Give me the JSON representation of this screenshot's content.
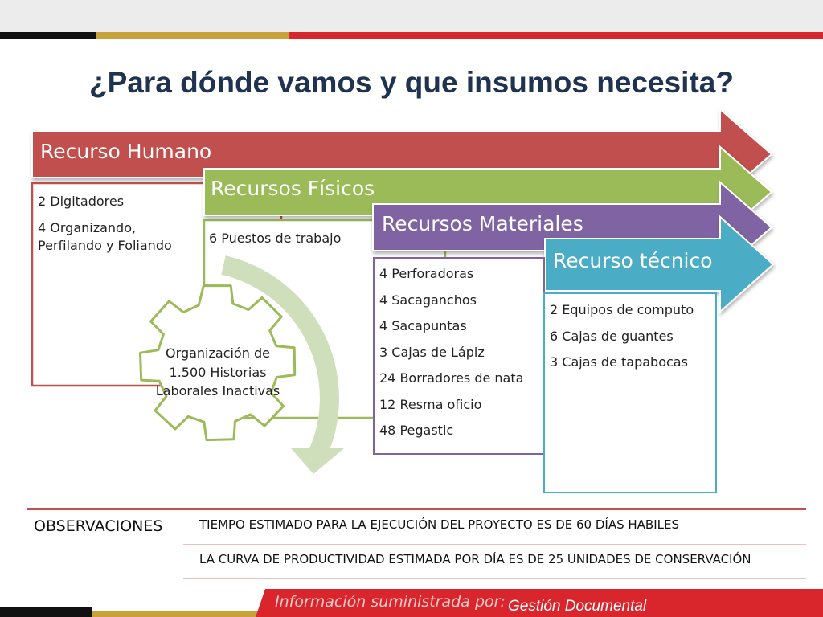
{
  "title": "¿Para dónde vamos y que insumos necesita?",
  "colors": {
    "humano": "#c0504d",
    "fisicos": "#9bbb59",
    "materiales": "#8064a2",
    "tecnico": "#4bacc6",
    "gear": "#9bbb59",
    "cycle_arrow": "#cfdfbb",
    "title": "#1f3350",
    "stripe_red": "#d9262c",
    "stripe_gold": "#c9a23a"
  },
  "sections": {
    "humano": {
      "header": "Recurso Humano",
      "items": [
        "2 Digitadores",
        "4 Organizando, Perfilando y Foliando"
      ]
    },
    "fisicos": {
      "header": "Recursos Físicos",
      "items": [
        "6 Puestos de trabajo"
      ]
    },
    "materiales": {
      "header": "Recursos Materiales",
      "items": [
        "4 Perforadoras",
        "4 Sacaganchos",
        "4 Sacapuntas",
        "3 Cajas de Lápiz",
        "24 Borradores de nata",
        "12 Resma oficio",
        "48 Pegastic"
      ]
    },
    "tecnico": {
      "header": "Recurso técnico",
      "items": [
        "2 Equipos de computo",
        "6 Cajas de guantes",
        "3 Cajas de tapabocas"
      ]
    }
  },
  "gear_text": "Organización de 1.500 Historias Laborales Inactivas",
  "observations": {
    "label": "OBSERVACIONES",
    "rows": [
      "TIEMPO ESTIMADO PARA LA EJECUCIÓN DEL PROYECTO ES DE  60 DÍAS HABILES",
      "LA CURVA DE PRODUCTIVIDAD ESTIMADA POR DÍA ES DE 25 UNIDADES DE CONSERVACIÓN"
    ]
  },
  "footer": {
    "label": "Información suministrada por:",
    "source": "Gestión Documental"
  }
}
